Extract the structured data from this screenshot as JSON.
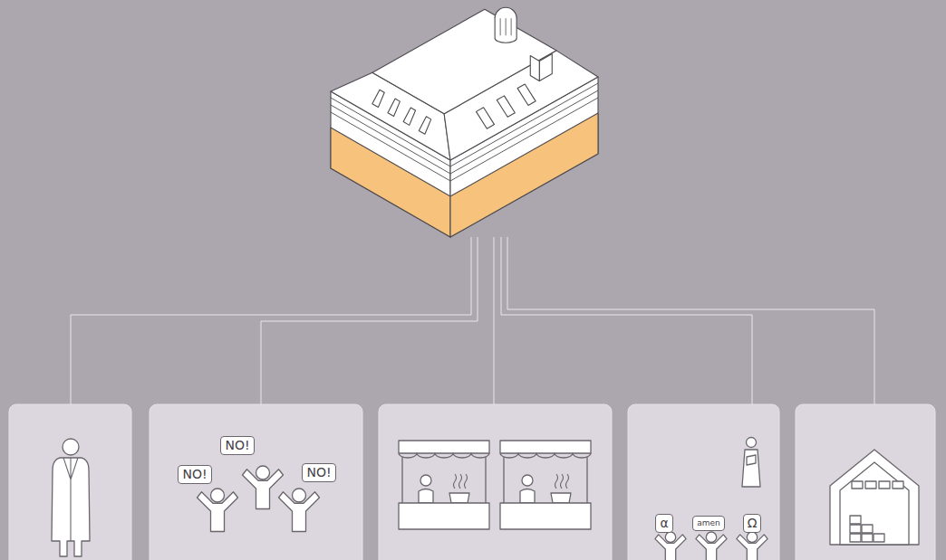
{
  "diagram": {
    "nodes": [
      {
        "text": [
          "NO!"
        ]
      },
      {
        "text": [
          "NO!"
        ]
      },
      {
        "text": [
          "NO!"
        ]
      },
      {
        "text": [
          "α"
        ]
      },
      {
        "text": [
          "amen"
        ]
      },
      {
        "text": [
          "Ω"
        ]
      }
    ]
  }
}
